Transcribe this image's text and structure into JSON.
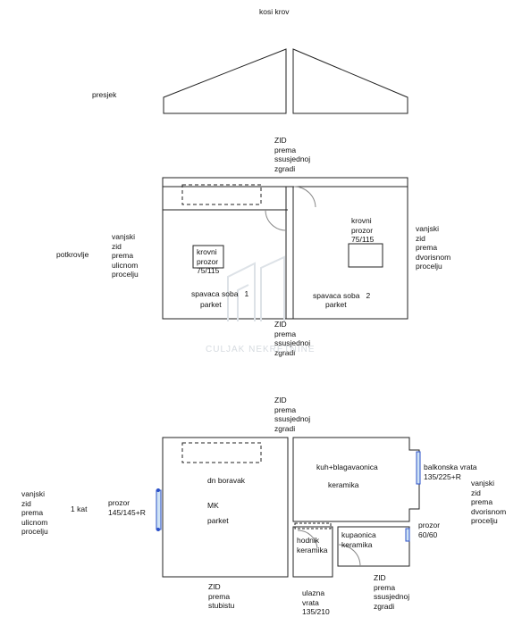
{
  "section": {
    "roof_title": "kosi krov",
    "section_label": "presjek"
  },
  "attic": {
    "floor_label": "potkrovlje",
    "wall_top": "ZID\nprema\nssusjednoj\nzgradi",
    "wall_bottom": "ZID\nprema\nssusjednoj\nzgradi",
    "wall_left": "vanjski\nzid\nprema\nulicnom\nprocelju",
    "wall_right": "vanjski\nzid\nprema\ndvorisnom\nprocelju",
    "window_left": "krovni\nprozor\n75/115",
    "window_right": "krovni\nprozor\n75/115",
    "room1_name": "spavaca soba   1",
    "room1_floor": "parket",
    "room2_name": "spavaca soba   2",
    "room2_floor": "parket"
  },
  "first_floor": {
    "floor_label": "1 kat",
    "wall_top": "ZID\nprema\nssusjednoj\nzgradi",
    "wall_bottom_stairs": "ZID\nprema\nstubistu",
    "wall_bottom_neighbor": "ZID\nprema\nssusjednoj\nzgradi",
    "wall_left": "vanjski\nzid\nprema\nulicnom\nprocelju",
    "wall_right": "vanjski\nzid\nprema\ndvorisnom\nprocelju",
    "window_left": "prozor\n145/145+R",
    "living_name": "dn boravak",
    "living_mk": "MK",
    "living_floor": "parket",
    "kitchen_name": "kuh+blagavaonica",
    "kitchen_floor": "keramika",
    "balcony_door": "balkonska vrata\n135/225+R",
    "hall": "hodnik\nkeramika",
    "bath": "kupaonica\nkeramika",
    "bath_window": "prozor\n60/60",
    "entry_door": "ulazna\nvrata\n135/210"
  },
  "watermark": "CULJAK NEKRETNINE",
  "colors": {
    "line": "#222222",
    "window": "#2b50c8",
    "glass": "#cfe3f5",
    "watermark": "#d6dbe0"
  }
}
